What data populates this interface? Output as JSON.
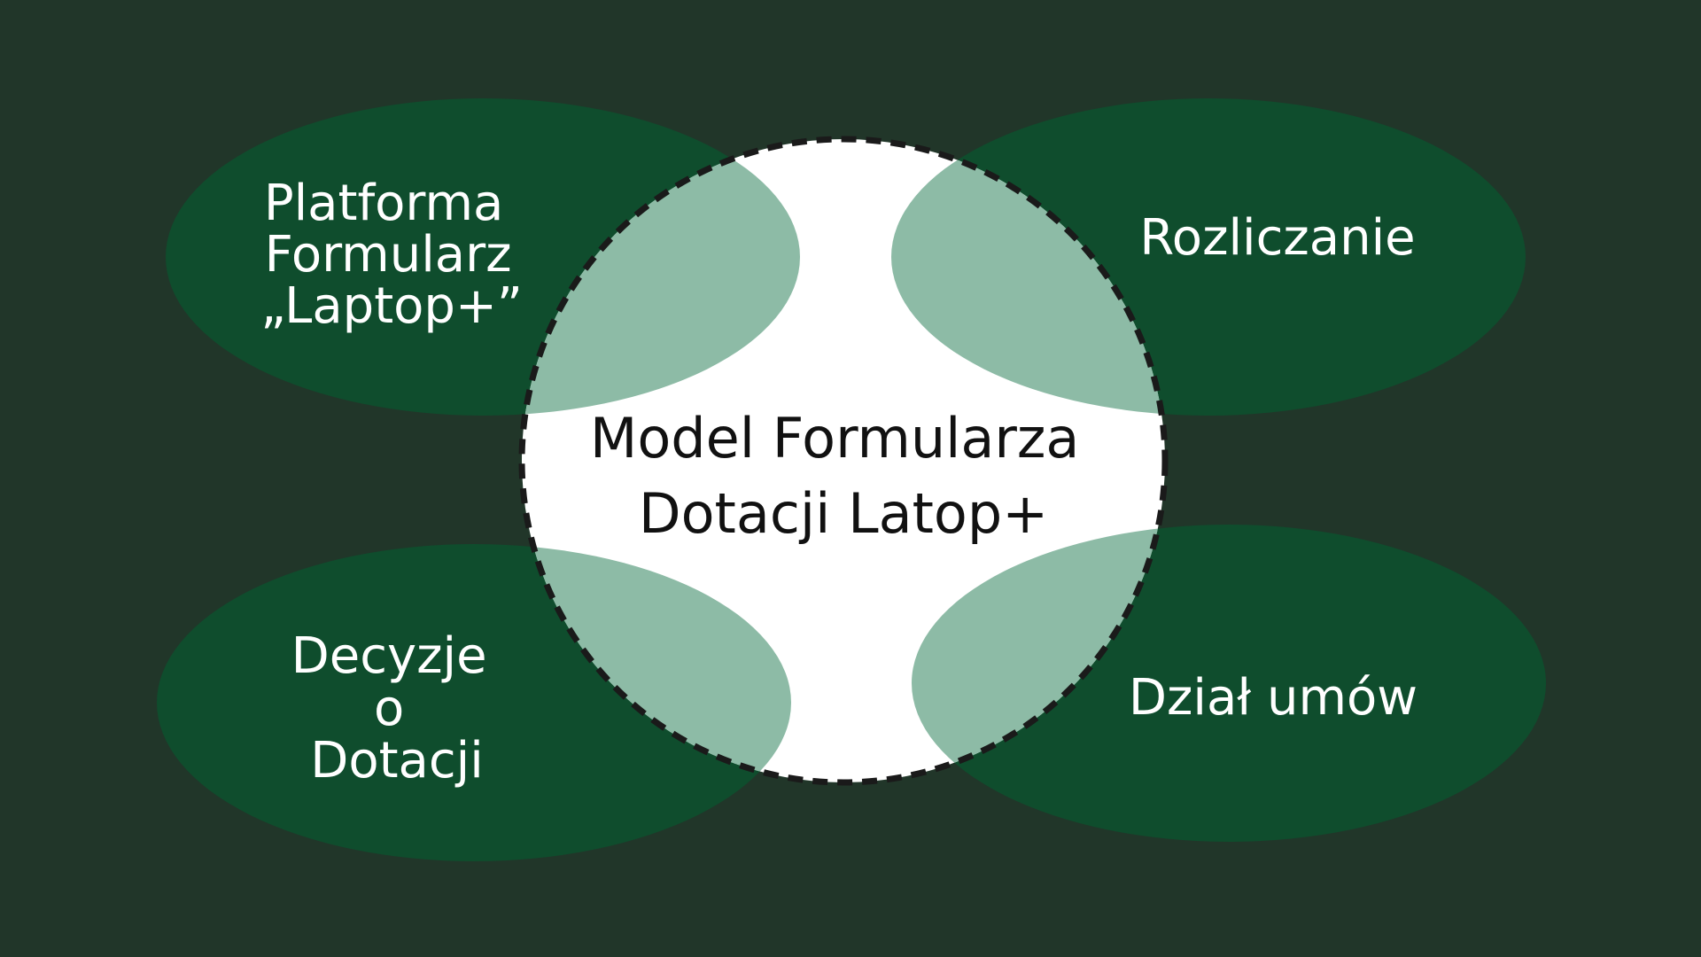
{
  "colors": {
    "background": "#213629",
    "ellipse": "#0f4d2d",
    "overlap": "#8dbba6",
    "center_fill": "#ffffff",
    "center_stroke": "#1a1a1a",
    "outer_text": "#ffffff",
    "center_text": "#111111"
  },
  "center": {
    "lines": [
      "Model Formularza",
      "Dotacji Latop+"
    ]
  },
  "nodes": [
    {
      "id": "platforma",
      "lines": [
        "Platforma",
        "Formularz",
        "„Laptop+”"
      ]
    },
    {
      "id": "rozliczanie",
      "lines": [
        "Rozliczanie"
      ]
    },
    {
      "id": "decyzje",
      "lines": [
        "Decyzje",
        "o",
        "Dotacji"
      ]
    },
    {
      "id": "dzial-umow",
      "lines": [
        "Dział umów"
      ]
    }
  ]
}
